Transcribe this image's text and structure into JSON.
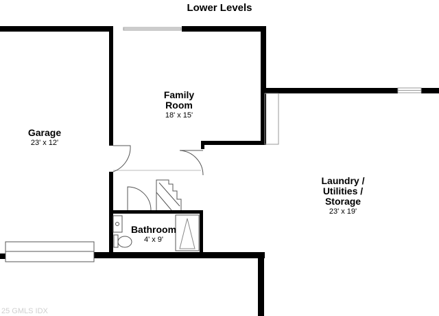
{
  "title": "Lower Levels",
  "rooms": [
    {
      "id": "garage",
      "name": [
        "Garage"
      ],
      "dims": "23' x 12'"
    },
    {
      "id": "family",
      "name": [
        "Family",
        "Room"
      ],
      "dims": "18' x 15'"
    },
    {
      "id": "laundry",
      "name": [
        "Laundry /",
        "Utilities /",
        "Storage"
      ],
      "dims": "23' x 19'"
    },
    {
      "id": "bath",
      "name": [
        "Bathroom"
      ],
      "dims": "4' x 9'"
    }
  ],
  "watermark": "25 GMLS IDX",
  "colors": {
    "wall": "#000000",
    "line": "#444444",
    "thin": "#999999"
  }
}
